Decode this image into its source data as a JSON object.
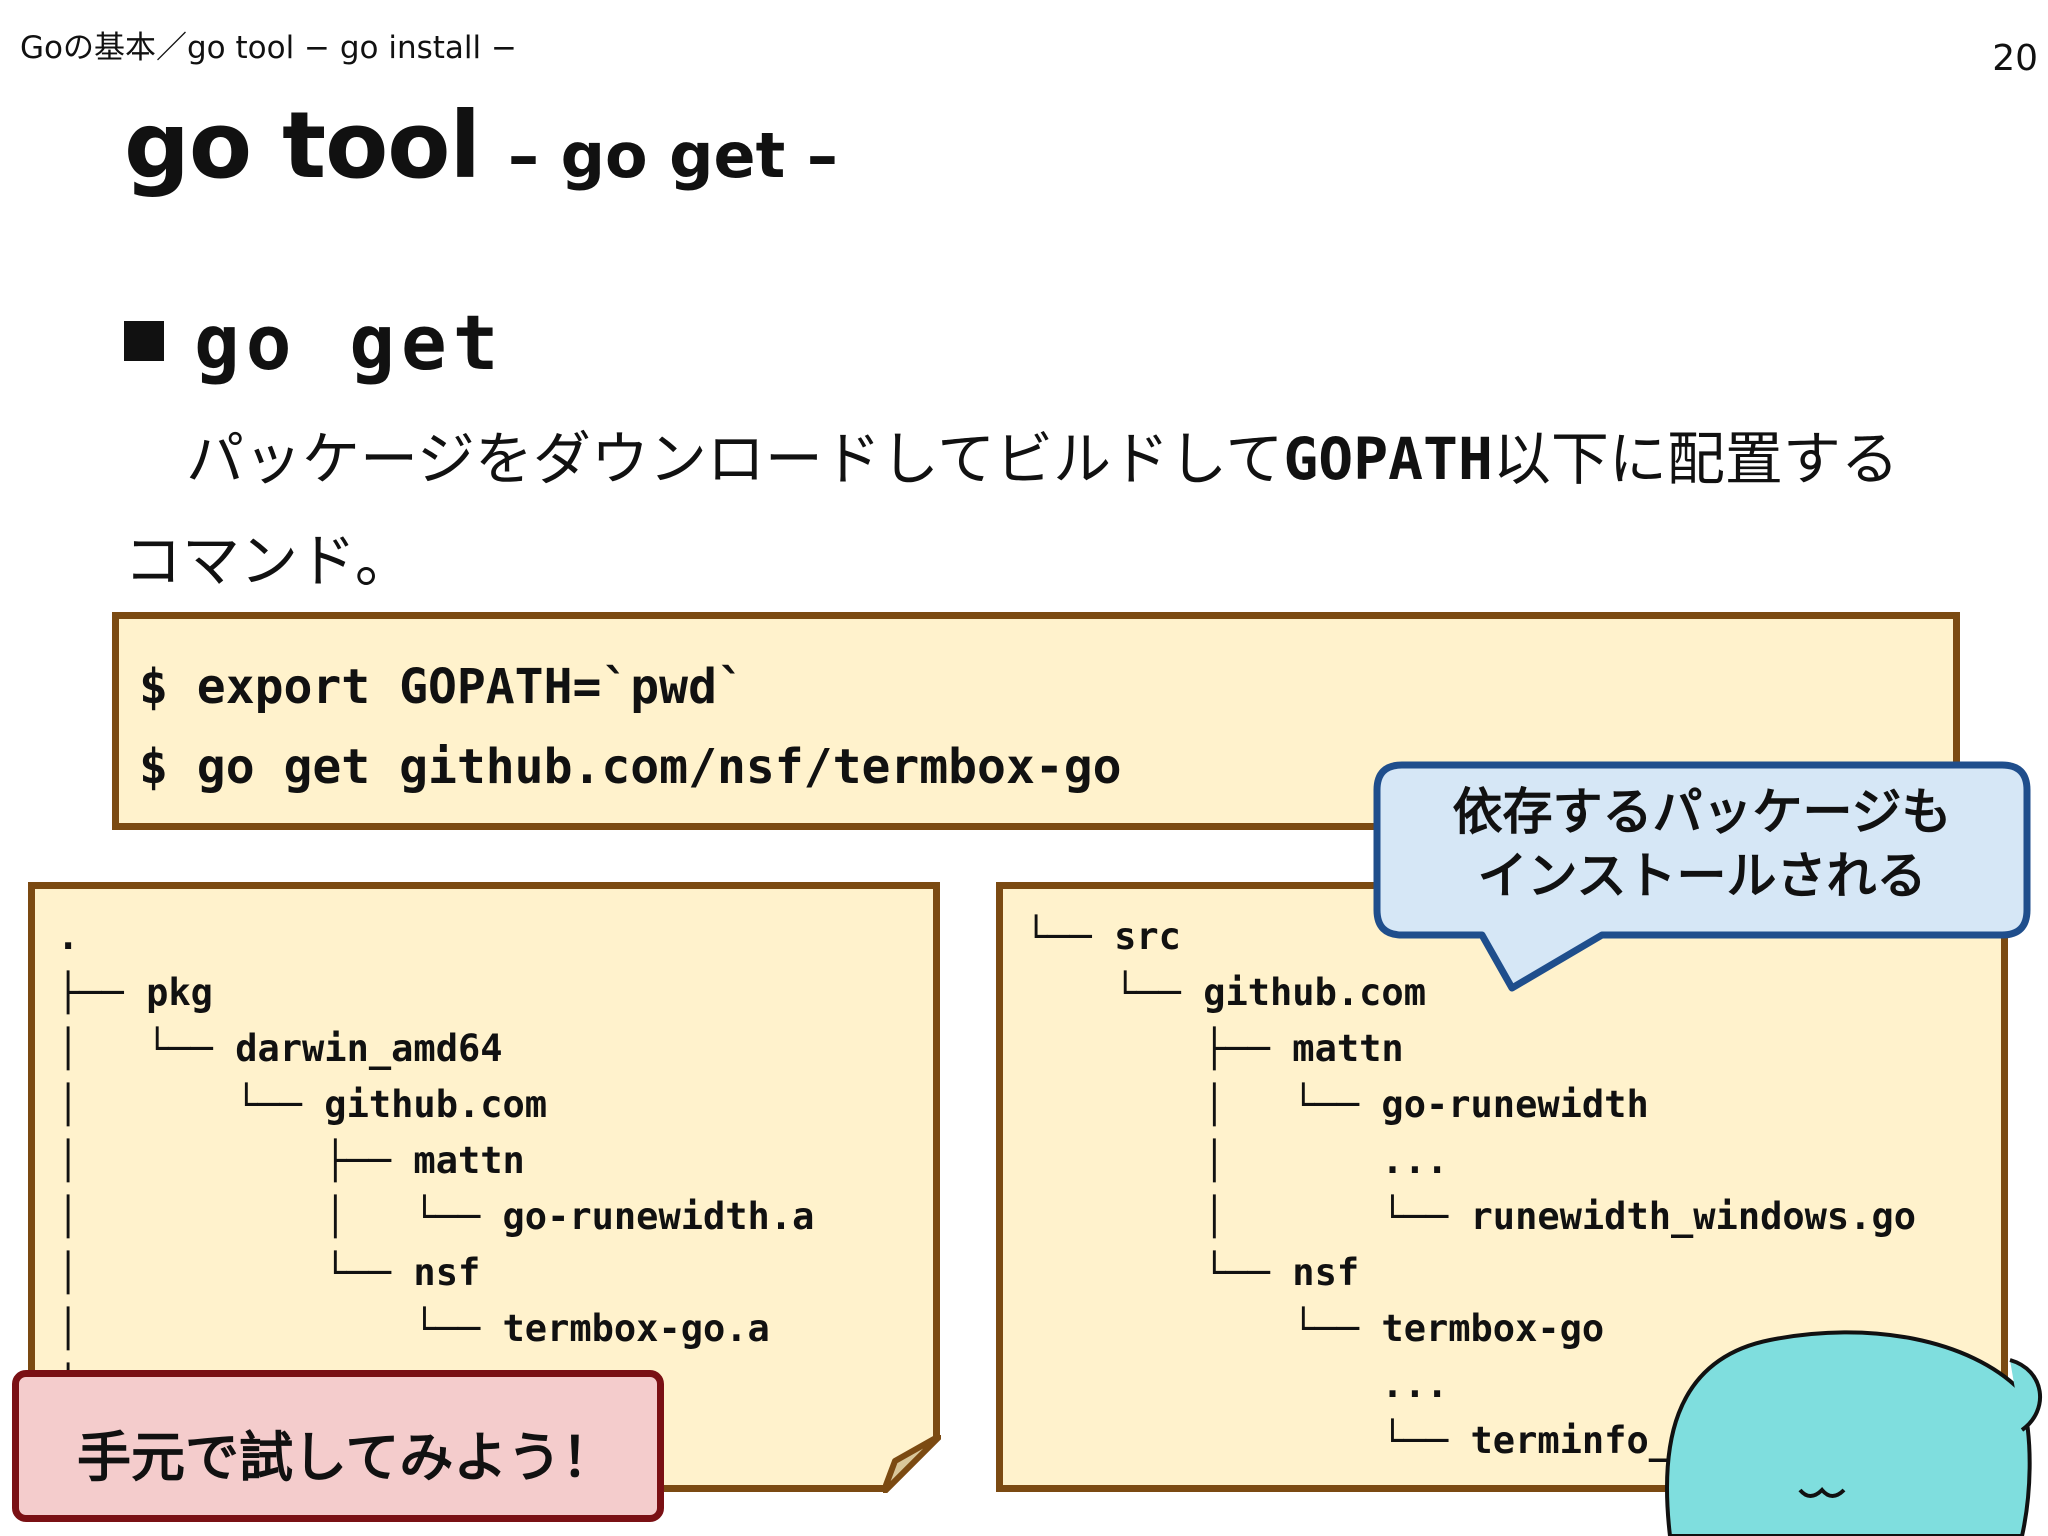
{
  "header": {
    "breadcrumb": "Goの基本／go tool − go install −",
    "page_number": "20"
  },
  "title": {
    "main": "go tool",
    "sub": "– go get –"
  },
  "bullet": {
    "heading": "go get",
    "desc_before": "パッケージをダウンロードしてビルドして",
    "desc_code": "GOPATH",
    "desc_after": "以下に配置するコマンド。"
  },
  "commands": [
    "$ export GOPATH=`pwd`",
    "$ go get github.com/nsf/termbox-go"
  ],
  "tree_left": ".\n├── pkg\n│   └── darwin_amd64\n│       └── github.com\n│           ├── mattn\n│           │   └── go-runewidth.a\n│           └── nsf\n│               └── termbox-go.a\n│",
  "tree_right": "└── src\n    └── github.com\n        ├── mattn\n        │   └── go-runewidth\n        │       ...\n        │       └── runewidth_windows.go\n        └── nsf\n            └── termbox-go\n                ...\n                └── terminfo_builtin.go",
  "callout": {
    "line1": "依存するパッケージも",
    "line2": "インストールされる"
  },
  "try_label": "手元で試してみよう！",
  "colors": {
    "box_fill": "#fff2cc",
    "box_border": "#7b4a12",
    "callout_fill": "#d6e7f6",
    "callout_border": "#1f4e8c",
    "try_fill": "#f4cccc",
    "try_border": "#7a1014",
    "mascot": "#7fdede"
  }
}
